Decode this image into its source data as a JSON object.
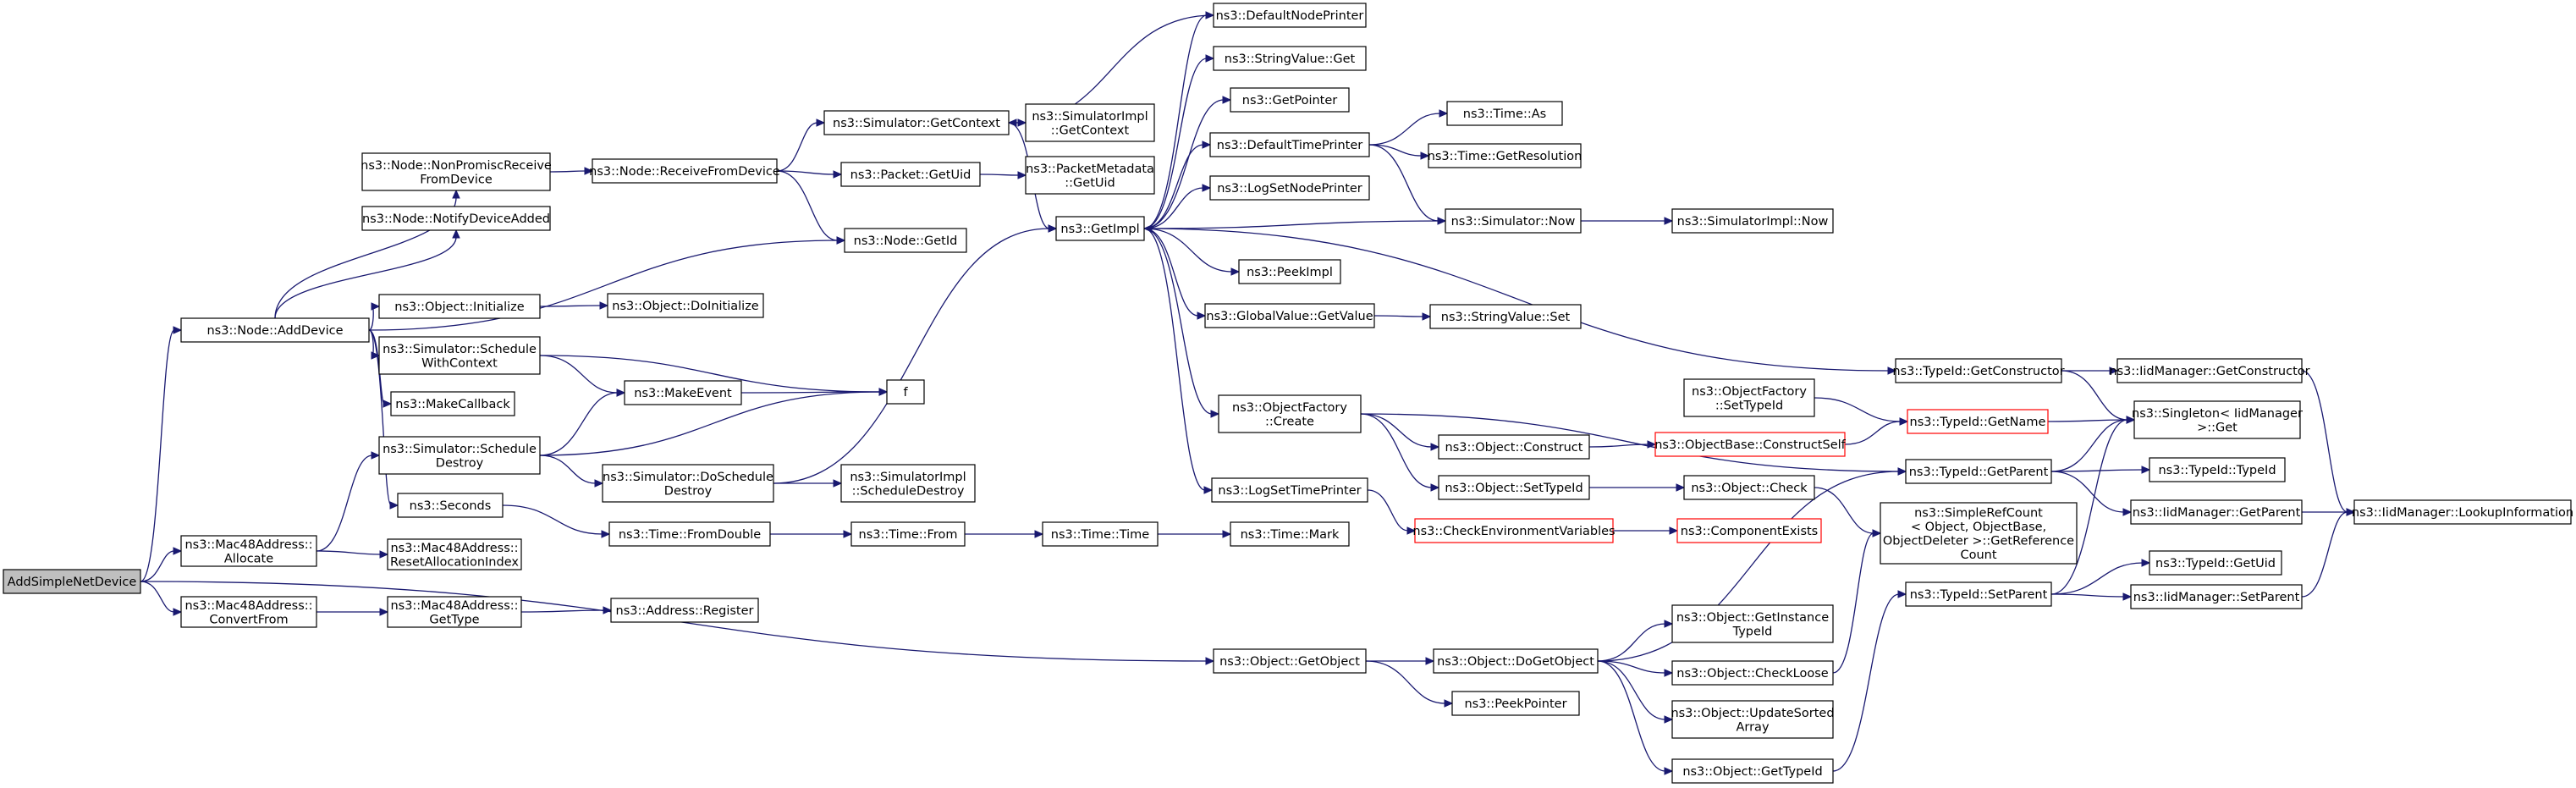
{
  "diagram": {
    "type": "call-graph",
    "colors": {
      "edge": "#191970",
      "node_border": "#000000",
      "highlight_border": "#ff0000",
      "root_fill": "#bfbfbf"
    },
    "nodes": [
      {
        "id": "root",
        "lines": [
          "AddSimpleNetDevice"
        ],
        "style": "root"
      },
      {
        "id": "addDevice",
        "lines": [
          "ns3::Node::AddDevice"
        ]
      },
      {
        "id": "macAlloc",
        "lines": [
          "ns3::Mac48Address::",
          "Allocate"
        ]
      },
      {
        "id": "macConv",
        "lines": [
          "ns3::Mac48Address::",
          "ConvertFrom"
        ]
      },
      {
        "id": "getObject",
        "lines": [
          "ns3::Object::GetObject"
        ]
      },
      {
        "id": "nonProm",
        "lines": [
          "ns3::Node::NonPromiscReceive",
          "FromDevice"
        ]
      },
      {
        "id": "notify",
        "lines": [
          "ns3::Node::NotifyDeviceAdded"
        ]
      },
      {
        "id": "objInit",
        "lines": [
          "ns3::Object::Initialize"
        ]
      },
      {
        "id": "schedCtx",
        "lines": [
          "ns3::Simulator::Schedule",
          "WithContext"
        ]
      },
      {
        "id": "makeCb",
        "lines": [
          "ns3::MakeCallback"
        ]
      },
      {
        "id": "schedDestroy",
        "lines": [
          "ns3::Simulator::Schedule",
          "Destroy"
        ]
      },
      {
        "id": "seconds",
        "lines": [
          "ns3::Seconds"
        ]
      },
      {
        "id": "resetAlloc",
        "lines": [
          "ns3::Mac48Address::",
          "ResetAllocationIndex"
        ]
      },
      {
        "id": "macGetType",
        "lines": [
          "ns3::Mac48Address::",
          "GetType"
        ]
      },
      {
        "id": "receiveFrom",
        "lines": [
          "ns3::Node::ReceiveFromDevice"
        ]
      },
      {
        "id": "getId",
        "lines": [
          "ns3::Node::GetId"
        ]
      },
      {
        "id": "doInit",
        "lines": [
          "ns3::Object::DoInitialize"
        ]
      },
      {
        "id": "makeEvent",
        "lines": [
          "ns3::MakeEvent"
        ]
      },
      {
        "id": "f",
        "lines": [
          "f"
        ]
      },
      {
        "id": "doSchedDestroy",
        "lines": [
          "ns3::Simulator::DoSchedule",
          "Destroy"
        ]
      },
      {
        "id": "fromDouble",
        "lines": [
          "ns3::Time::FromDouble"
        ]
      },
      {
        "id": "addrRegister",
        "lines": [
          "ns3::Address::Register"
        ]
      },
      {
        "id": "simGetCtx",
        "lines": [
          "ns3::Simulator::GetContext"
        ]
      },
      {
        "id": "packetGetUid",
        "lines": [
          "ns3::Packet::GetUid"
        ]
      },
      {
        "id": "timeFrom",
        "lines": [
          "ns3::Time::From"
        ]
      },
      {
        "id": "implSchedDestroy",
        "lines": [
          "ns3::SimulatorImpl",
          "::ScheduleDestroy"
        ]
      },
      {
        "id": "implGetCtx",
        "lines": [
          "ns3::SimulatorImpl",
          "::GetContext"
        ]
      },
      {
        "id": "pmGetUid",
        "lines": [
          "ns3::PacketMetadata",
          "::GetUid"
        ]
      },
      {
        "id": "getImpl",
        "lines": [
          "ns3::GetImpl"
        ]
      },
      {
        "id": "timeTime",
        "lines": [
          "ns3::Time::Time"
        ]
      },
      {
        "id": "defNodePrinter",
        "lines": [
          "ns3::DefaultNodePrinter"
        ]
      },
      {
        "id": "strValGet",
        "lines": [
          "ns3::StringValue::Get"
        ]
      },
      {
        "id": "getPointer",
        "lines": [
          "ns3::GetPointer"
        ]
      },
      {
        "id": "defTimePrinter",
        "lines": [
          "ns3::DefaultTimePrinter"
        ]
      },
      {
        "id": "logSetNode",
        "lines": [
          "ns3::LogSetNodePrinter"
        ]
      },
      {
        "id": "peekImpl",
        "lines": [
          "ns3::PeekImpl"
        ]
      },
      {
        "id": "gvGetValue",
        "lines": [
          "ns3::GlobalValue::GetValue"
        ]
      },
      {
        "id": "ofCreate",
        "lines": [
          "ns3::ObjectFactory",
          "::Create"
        ]
      },
      {
        "id": "logSetTime",
        "lines": [
          "ns3::LogSetTimePrinter"
        ]
      },
      {
        "id": "timeMark",
        "lines": [
          "ns3::Time::Mark"
        ]
      },
      {
        "id": "doGetObject",
        "lines": [
          "ns3::Object::DoGetObject"
        ]
      },
      {
        "id": "peekPointer",
        "lines": [
          "ns3::PeekPointer"
        ]
      },
      {
        "id": "timeAs",
        "lines": [
          "ns3::Time::As"
        ]
      },
      {
        "id": "timeGetRes",
        "lines": [
          "ns3::Time::GetResolution"
        ]
      },
      {
        "id": "simNow",
        "lines": [
          "ns3::Simulator::Now"
        ]
      },
      {
        "id": "strValSet",
        "lines": [
          "ns3::StringValue::Set"
        ]
      },
      {
        "id": "ofSetTypeId",
        "lines": [
          "ns3::ObjectFactory",
          "::SetTypeId"
        ]
      },
      {
        "id": "objConstruct",
        "lines": [
          "ns3::Object::Construct"
        ]
      },
      {
        "id": "objSetTypeId",
        "lines": [
          "ns3::Object::SetTypeId"
        ]
      },
      {
        "id": "checkEnv",
        "lines": [
          "ns3::CheckEnvironmentVariables"
        ],
        "style": "red"
      },
      {
        "id": "getInstTypeId",
        "lines": [
          "ns3::Object::GetInstance",
          "TypeId"
        ]
      },
      {
        "id": "checkLoose",
        "lines": [
          "ns3::Object::CheckLoose"
        ]
      },
      {
        "id": "updSorted",
        "lines": [
          "ns3::Object::UpdateSorted",
          "Array"
        ]
      },
      {
        "id": "objGetTypeId",
        "lines": [
          "ns3::Object::GetTypeId"
        ]
      },
      {
        "id": "implNow",
        "lines": [
          "ns3::SimulatorImpl::Now"
        ]
      },
      {
        "id": "tidGetCtor",
        "lines": [
          "ns3::TypeId::GetConstructor"
        ]
      },
      {
        "id": "tidGetName",
        "lines": [
          "ns3::TypeId::GetName"
        ],
        "style": "red"
      },
      {
        "id": "constructSelf",
        "lines": [
          "ns3::ObjectBase::ConstructSelf"
        ],
        "style": "red"
      },
      {
        "id": "objCheck",
        "lines": [
          "ns3::Object::Check"
        ]
      },
      {
        "id": "compExists",
        "lines": [
          "ns3::ComponentExists"
        ],
        "style": "red"
      },
      {
        "id": "tidGetParent",
        "lines": [
          "ns3::TypeId::GetParent"
        ]
      },
      {
        "id": "simpleRef",
        "lines": [
          "ns3::SimpleRefCount",
          "< Object, ObjectBase,",
          "ObjectDeleter >::GetReference",
          "Count"
        ]
      },
      {
        "id": "tidSetParent",
        "lines": [
          "ns3::TypeId::SetParent"
        ]
      },
      {
        "id": "iidGetCtor",
        "lines": [
          "ns3::IidManager::GetConstructor"
        ]
      },
      {
        "id": "singletonGet",
        "lines": [
          "ns3::Singleton< IidManager",
          ">::Get"
        ]
      },
      {
        "id": "tidTypeId",
        "lines": [
          "ns3::TypeId::TypeId"
        ]
      },
      {
        "id": "iidGetParent",
        "lines": [
          "ns3::IidManager::GetParent"
        ]
      },
      {
        "id": "tidGetUid",
        "lines": [
          "ns3::TypeId::GetUid"
        ]
      },
      {
        "id": "iidSetParent",
        "lines": [
          "ns3::IidManager::SetParent"
        ]
      },
      {
        "id": "iidLookup",
        "lines": [
          "ns3::IidManager::LookupInformation"
        ]
      }
    ],
    "edges": [
      [
        "root",
        "addDevice"
      ],
      [
        "root",
        "macAlloc"
      ],
      [
        "root",
        "macConv"
      ],
      [
        "root",
        "getObject"
      ],
      [
        "addDevice",
        "nonProm"
      ],
      [
        "addDevice",
        "notify"
      ],
      [
        "addDevice",
        "getId"
      ],
      [
        "addDevice",
        "objInit"
      ],
      [
        "addDevice",
        "schedCtx"
      ],
      [
        "addDevice",
        "makeCb"
      ],
      [
        "addDevice",
        "seconds"
      ],
      [
        "macAlloc",
        "schedDestroy"
      ],
      [
        "macAlloc",
        "resetAlloc"
      ],
      [
        "macConv",
        "macGetType"
      ],
      [
        "getObject",
        "doGetObject"
      ],
      [
        "getObject",
        "peekPointer"
      ],
      [
        "nonProm",
        "receiveFrom"
      ],
      [
        "receiveFrom",
        "simGetCtx"
      ],
      [
        "receiveFrom",
        "packetGetUid"
      ],
      [
        "receiveFrom",
        "getId"
      ],
      [
        "objInit",
        "doInit"
      ],
      [
        "schedCtx",
        "makeEvent"
      ],
      [
        "schedCtx",
        "f"
      ],
      [
        "schedDestroy",
        "makeEvent"
      ],
      [
        "schedDestroy",
        "f"
      ],
      [
        "schedDestroy",
        "doSchedDestroy"
      ],
      [
        "makeEvent",
        "f"
      ],
      [
        "seconds",
        "fromDouble"
      ],
      [
        "macGetType",
        "addrRegister"
      ],
      [
        "doSchedDestroy",
        "getImpl"
      ],
      [
        "doSchedDestroy",
        "implSchedDestroy"
      ],
      [
        "fromDouble",
        "timeFrom"
      ],
      [
        "timeFrom",
        "timeTime"
      ],
      [
        "timeTime",
        "timeMark"
      ],
      [
        "simGetCtx",
        "implGetCtx"
      ],
      [
        "simGetCtx",
        "getImpl"
      ],
      [
        "packetGetUid",
        "pmGetUid"
      ],
      [
        "getImpl",
        "defNodePrinter"
      ],
      [
        "getImpl",
        "strValGet"
      ],
      [
        "getImpl",
        "getPointer"
      ],
      [
        "getImpl",
        "defTimePrinter"
      ],
      [
        "getImpl",
        "logSetNode"
      ],
      [
        "getImpl",
        "peekImpl"
      ],
      [
        "getImpl",
        "gvGetValue"
      ],
      [
        "getImpl",
        "ofCreate"
      ],
      [
        "getImpl",
        "logSetTime"
      ],
      [
        "getImpl",
        "tidGetCtor"
      ],
      [
        "defNodePrinter",
        "simGetCtx"
      ],
      [
        "defTimePrinter",
        "timeAs"
      ],
      [
        "defTimePrinter",
        "timeGetRes"
      ],
      [
        "defTimePrinter",
        "simNow"
      ],
      [
        "simNow",
        "getImpl"
      ],
      [
        "simNow",
        "implNow"
      ],
      [
        "gvGetValue",
        "strValSet"
      ],
      [
        "ofCreate",
        "objConstruct"
      ],
      [
        "ofCreate",
        "objSetTypeId"
      ],
      [
        "ofCreate",
        "tidGetParent"
      ],
      [
        "ofSetTypeId",
        "tidGetName"
      ],
      [
        "objConstruct",
        "constructSelf"
      ],
      [
        "constructSelf",
        "tidGetName"
      ],
      [
        "objSetTypeId",
        "objCheck"
      ],
      [
        "objCheck",
        "simpleRef"
      ],
      [
        "logSetTime",
        "checkEnv"
      ],
      [
        "checkEnv",
        "compExists"
      ],
      [
        "doGetObject",
        "tidGetParent"
      ],
      [
        "doGetObject",
        "getInstTypeId"
      ],
      [
        "doGetObject",
        "checkLoose"
      ],
      [
        "doGetObject",
        "updSorted"
      ],
      [
        "doGetObject",
        "objGetTypeId"
      ],
      [
        "checkLoose",
        "simpleRef"
      ],
      [
        "objGetTypeId",
        "tidSetParent"
      ],
      [
        "tidGetCtor",
        "iidGetCtor"
      ],
      [
        "tidGetCtor",
        "singletonGet"
      ],
      [
        "tidGetName",
        "singletonGet"
      ],
      [
        "tidGetParent",
        "singletonGet"
      ],
      [
        "tidGetParent",
        "tidTypeId"
      ],
      [
        "tidGetParent",
        "iidGetParent"
      ],
      [
        "tidSetParent",
        "singletonGet"
      ],
      [
        "tidSetParent",
        "tidGetUid"
      ],
      [
        "tidSetParent",
        "iidSetParent"
      ],
      [
        "iidGetCtor",
        "iidLookup"
      ],
      [
        "iidGetParent",
        "iidLookup"
      ],
      [
        "iidSetParent",
        "iidLookup"
      ]
    ]
  }
}
